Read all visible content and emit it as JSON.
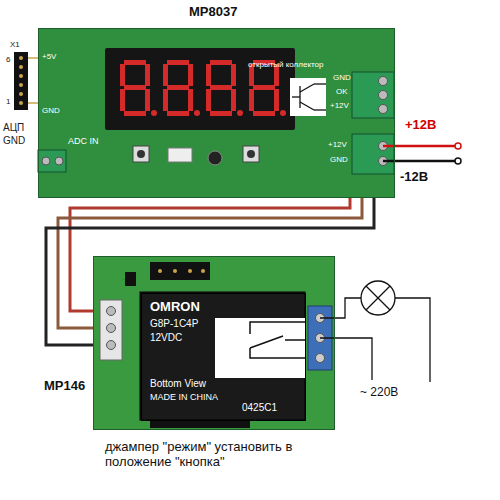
{
  "diagram": {
    "nodes": [
      {
        "text": [
          "MP8037"
        ]
      },
      {
        "text": [
          "MP146"
        ]
      },
      {
        "text": [
          "OMRON",
          "G8P-1C4P",
          "12VDC",
          "Bottom View",
          "MADE IN CHINA",
          "0425C1"
        ],
        "in": 1
      }
    ],
    "edges": [
      {
        "from": 0,
        "to": 1,
        "arrow": "none"
      },
      {
        "from": 0,
        "to": 1,
        "arrow": "none"
      },
      {
        "from": 0,
        "to": 1,
        "arrow": "none"
      }
    ],
    "labels": [
      "X1",
      "6",
      "1",
      "+5V",
      "GND",
      "АЦП",
      "GND",
      "ADC IN",
      "открытый коллектор",
      "GND",
      "OK",
      "+12V",
      "+12V",
      "GND",
      "+12В",
      "-12В",
      "~ 220В",
      "джампер \"режим\" установить в положение \"кнопка\""
    ]
  }
}
